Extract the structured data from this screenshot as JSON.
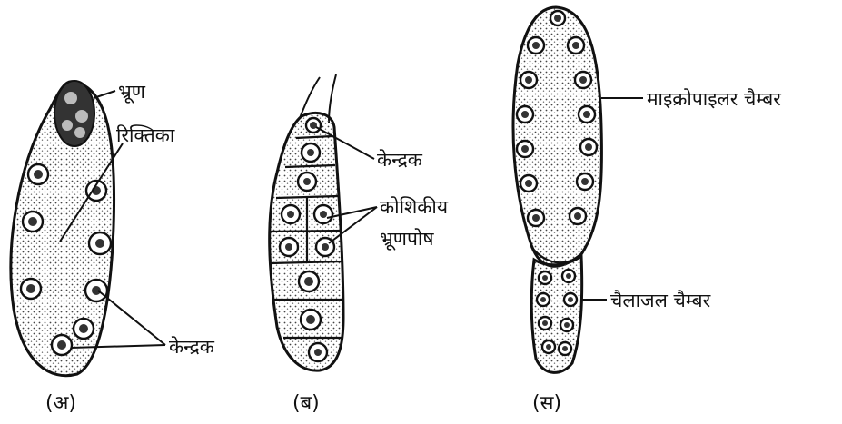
{
  "figure_a": {
    "caption": "(अ)",
    "labels": {
      "embryo": "भ्रूण",
      "vacuole": "रिक्तिका",
      "nucleus": "केन्द्रक"
    }
  },
  "figure_b": {
    "caption": "(ब)",
    "labels": {
      "nucleus": "केन्द्रक",
      "cellular_endosperm_line1": "कोशिकीय",
      "cellular_endosperm_line2": "भ्रूणपोष"
    }
  },
  "figure_c": {
    "caption": "(स)",
    "labels": {
      "micropylar_chamber": "माइक्रोपाइलर चैम्बर",
      "chalazal_chamber": "चैलाजल चैम्बर"
    }
  }
}
